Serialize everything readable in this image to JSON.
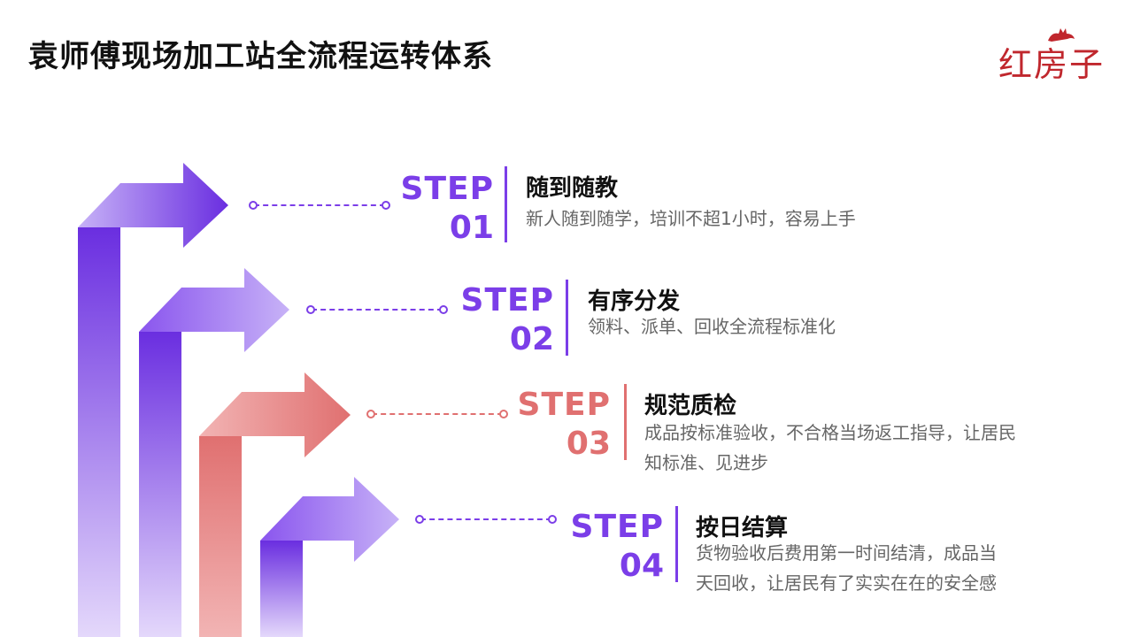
{
  "title": "袁师傅现场加工站全流程运转体系",
  "logo": {
    "text": "红房子",
    "icon": "cat-icon"
  },
  "colors": {
    "purple": "#7b3ee8",
    "purple_light": "#a78bfa",
    "coral": "#e07070",
    "coral_light": "#f0a0a0",
    "logo_red": "#c0272d"
  },
  "steps": [
    {
      "word": "STEP",
      "num": "01",
      "title": "随到随教",
      "desc": [
        "新人随到随学，培训不超1小时，容易上手"
      ],
      "accent": "purple"
    },
    {
      "word": "STEP",
      "num": "02",
      "title": "有序分发",
      "desc": [
        "领料、派单、回收全流程标准化"
      ],
      "accent": "purple"
    },
    {
      "word": "STEP",
      "num": "03",
      "title": "规范质检",
      "desc": [
        "成品按标准验收，不合格当场返工指导，让居民",
        "知标准、见进步"
      ],
      "accent": "coral"
    },
    {
      "word": "STEP",
      "num": "04",
      "title": "按日结算",
      "desc": [
        "货物验收后费用第一时间结清，成品当",
        "天回收，让居民有了实实在在的安全感"
      ],
      "accent": "purple"
    }
  ]
}
